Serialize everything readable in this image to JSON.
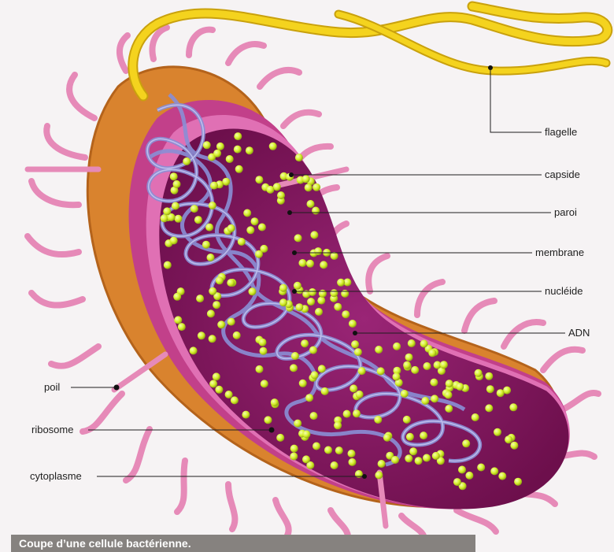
{
  "labels": {
    "flagelle": "flagelle",
    "capside": "capside",
    "paroi": "paroi",
    "membrane": "membrane",
    "nucleide": "nucléide",
    "adn": "ADN",
    "poil": "poil",
    "ribosome": "ribosome",
    "cytoplasme": "cytoplasme"
  },
  "caption": "Coupe d’une cellule bactérienne.",
  "colors": {
    "capsule": "#d9832e",
    "wall": "#c2408a",
    "membrane": "#e070b4",
    "cytoplasm": "#7e1459",
    "pili": "#e68ab8",
    "flagellum": "#f4d31e",
    "dna": "#8a8fd6",
    "ribosome": "#d5ee2a",
    "caption_bar": "#86827f"
  }
}
